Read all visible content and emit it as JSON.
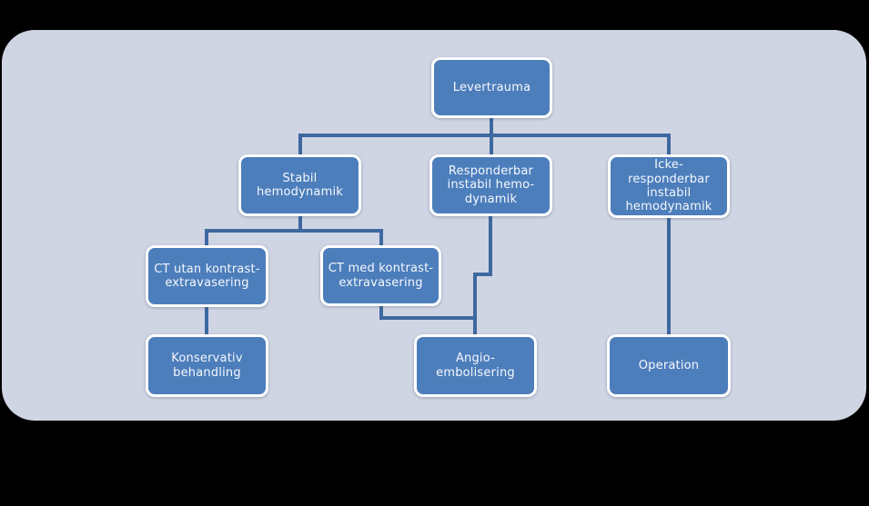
{
  "colors": {
    "page_bg": "#000000",
    "canvas_bg": "#d0d5e4",
    "node_fill": "#4d7ebc",
    "node_border": "#ffffff",
    "node_text": "#f5f8fc",
    "connector": "#3e68a0"
  },
  "diagram": {
    "type": "flowchart",
    "language": "sv",
    "nodes": {
      "root": {
        "label": "Levertrauma"
      },
      "stabil": {
        "label": "Stabil\nhemodynamik"
      },
      "responderbar": {
        "label": "Responderbar\ninstabil hemo-\ndynamik"
      },
      "icke": {
        "label": "Icke-\nresponderbar\ninstabil\nhemodynamik"
      },
      "ct_utan": {
        "label": "CT utan kontrast-\nextravasering"
      },
      "ct_med": {
        "label": "CT med kontrast-\nextravasering"
      },
      "konservativ": {
        "label": "Konservativ\nbehandling"
      },
      "angio": {
        "label": "Angio-\nembolisering"
      },
      "operation": {
        "label": "Operation"
      }
    },
    "edges": [
      {
        "from": "root",
        "to": "stabil"
      },
      {
        "from": "root",
        "to": "responderbar"
      },
      {
        "from": "root",
        "to": "icke"
      },
      {
        "from": "stabil",
        "to": "ct_utan"
      },
      {
        "from": "stabil",
        "to": "ct_med"
      },
      {
        "from": "ct_utan",
        "to": "konservativ"
      },
      {
        "from": "ct_med",
        "to": "angio"
      },
      {
        "from": "responderbar",
        "to": "angio"
      },
      {
        "from": "icke",
        "to": "operation"
      }
    ]
  }
}
